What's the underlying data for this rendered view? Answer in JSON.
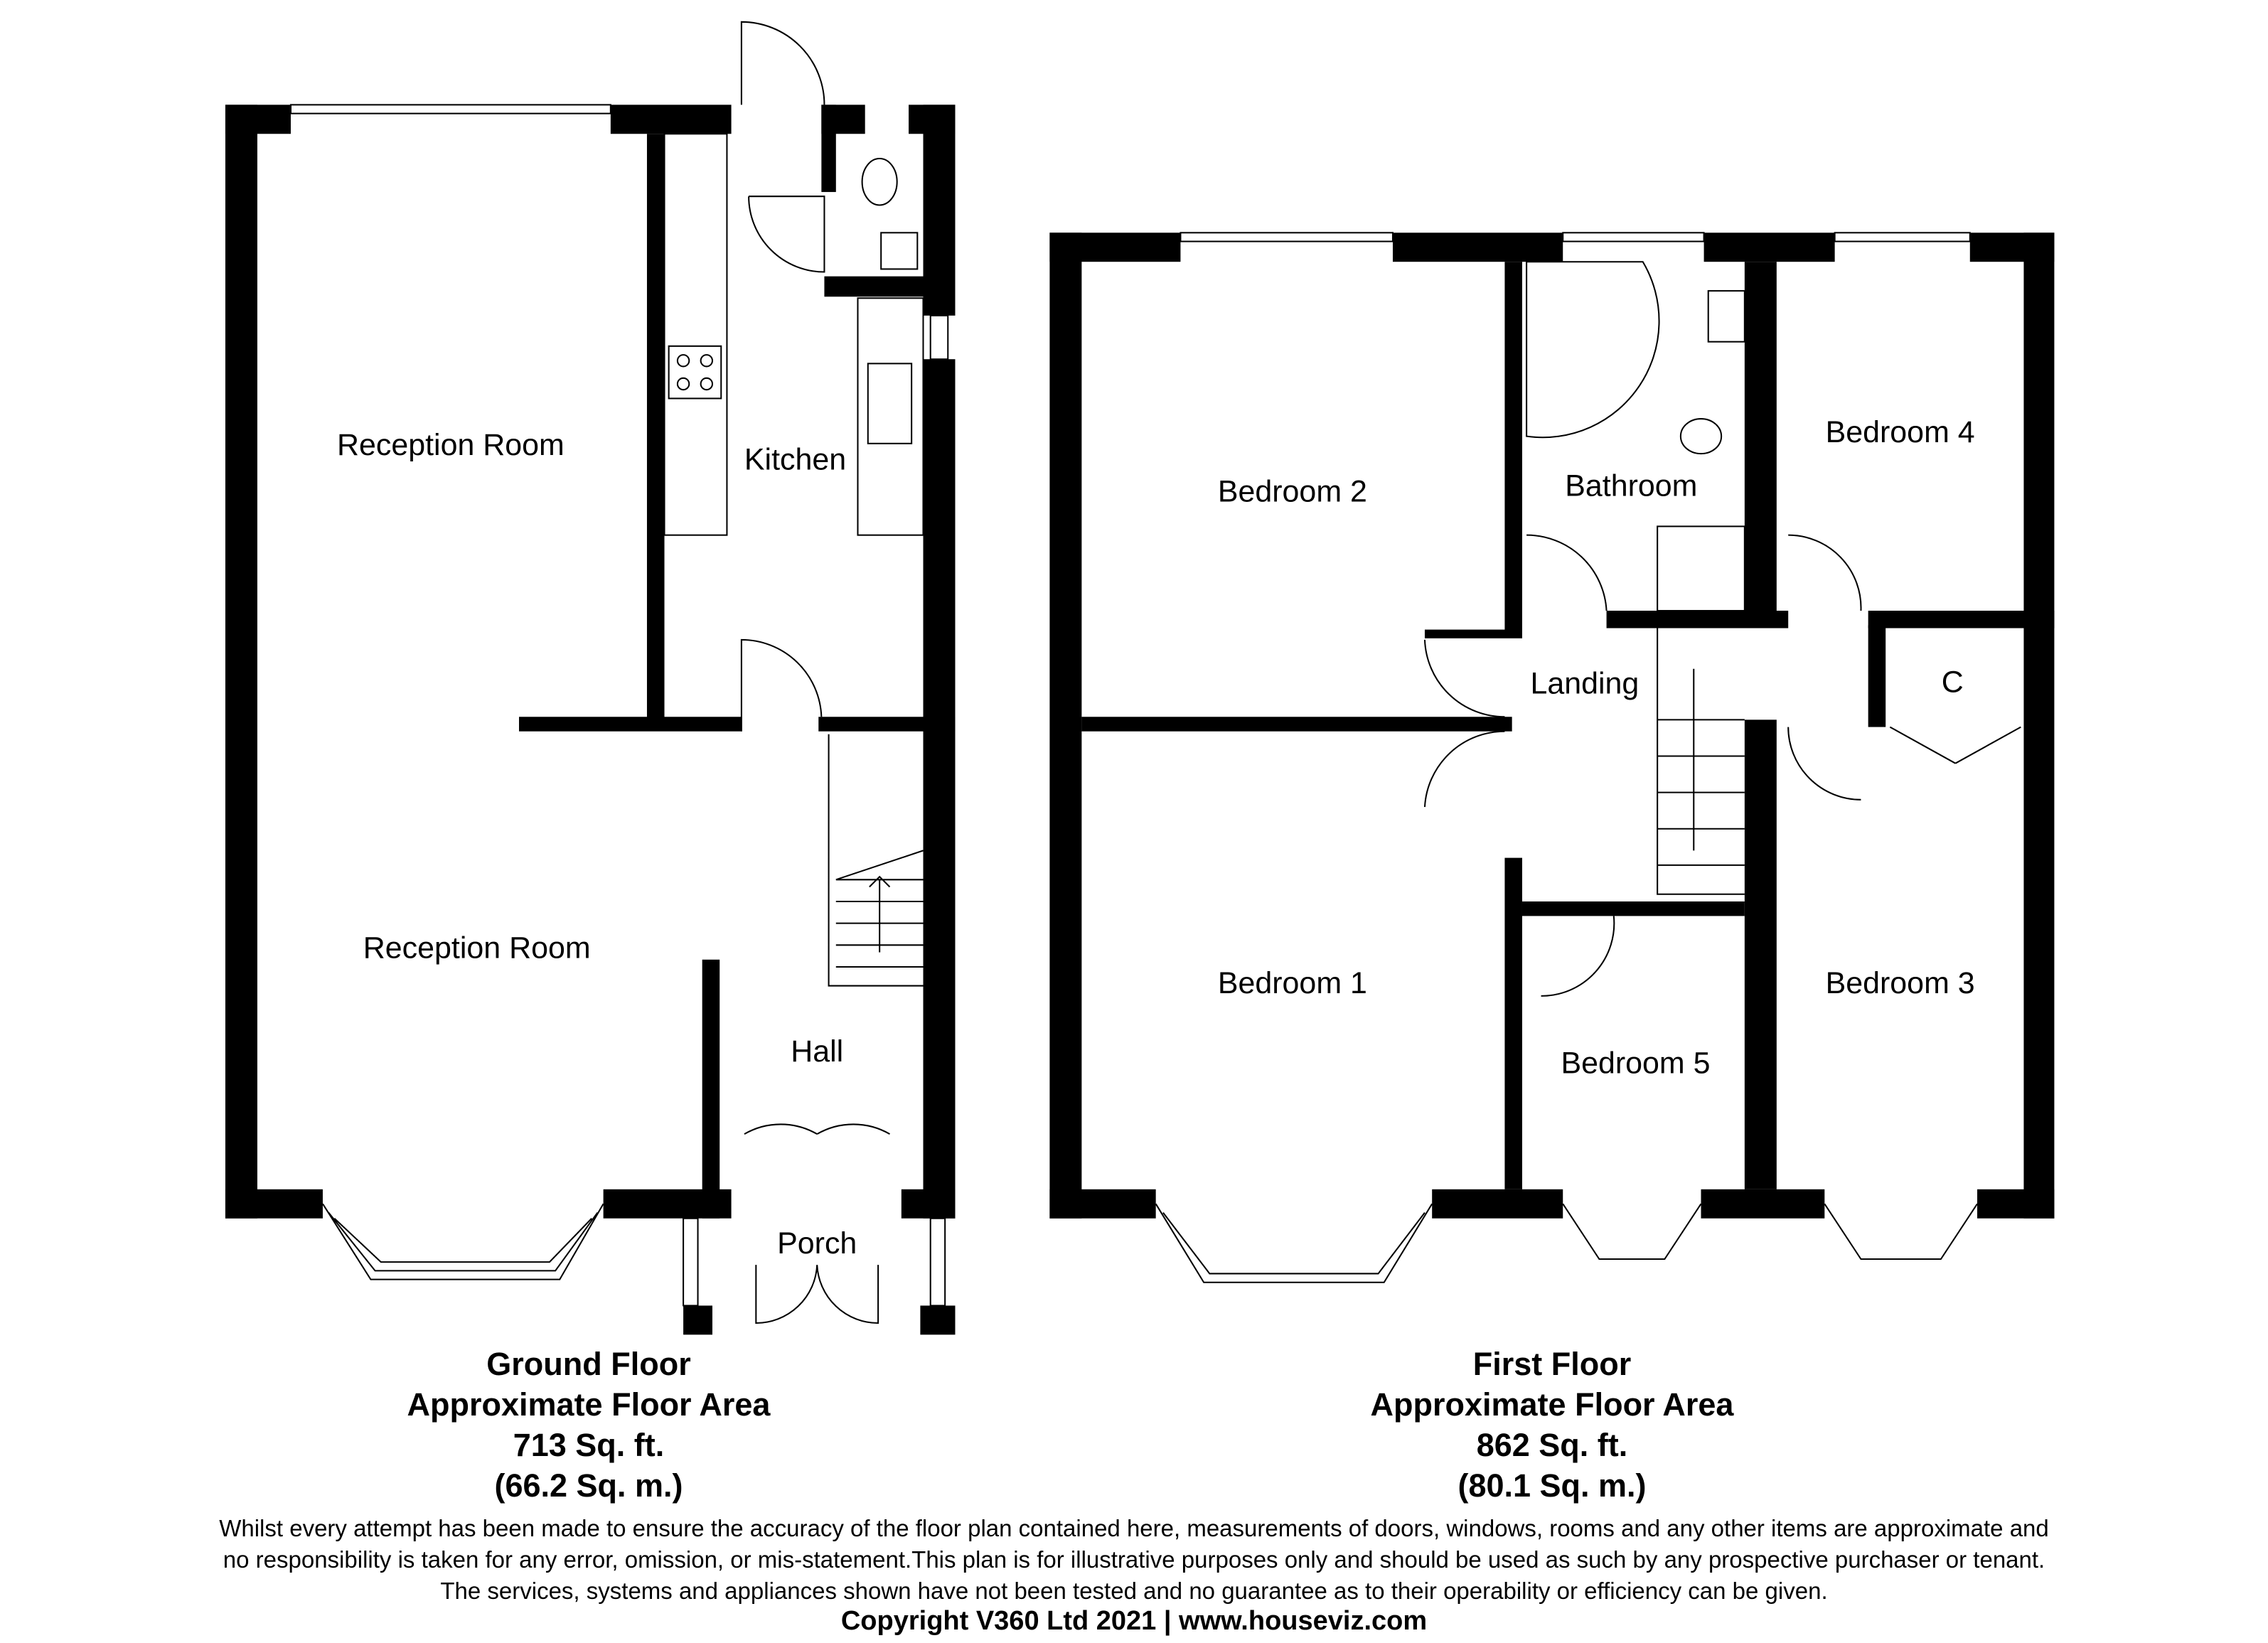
{
  "ground_floor": {
    "rooms": [
      "Reception Room",
      "Kitchen",
      "Reception Room",
      "Hall",
      "Porch"
    ],
    "title": "Ground Floor",
    "area_label": "Approximate Floor Area",
    "area_sqft": "713 Sq. ft.",
    "area_sqm": "(66.2 Sq. m.)"
  },
  "first_floor": {
    "rooms": [
      "Bedroom 2",
      "Bathroom",
      "Bedroom 4",
      "Landing",
      "C",
      "Bedroom 1",
      "Bedroom 5",
      "Bedroom 3"
    ],
    "title": "First Floor",
    "area_label": "Approximate Floor Area",
    "area_sqft": "862 Sq. ft.",
    "area_sqm": "(80.1 Sq. m.)"
  },
  "disclaimer": [
    "Whilst every attempt has been made to ensure the accuracy of the floor plan contained here, measurements of doors, windows, rooms and any other items are approximate and",
    "no responsibility is taken for any error, omission, or mis-statement.This plan is for illustrative purposes only and should be used as such by any prospective purchaser or tenant.",
    "The services, systems and appliances shown have not been tested and no guarantee as to their operability or efficiency can be given."
  ],
  "copyright": "Copyright V360 Ltd 2021 | www.houseviz.com"
}
